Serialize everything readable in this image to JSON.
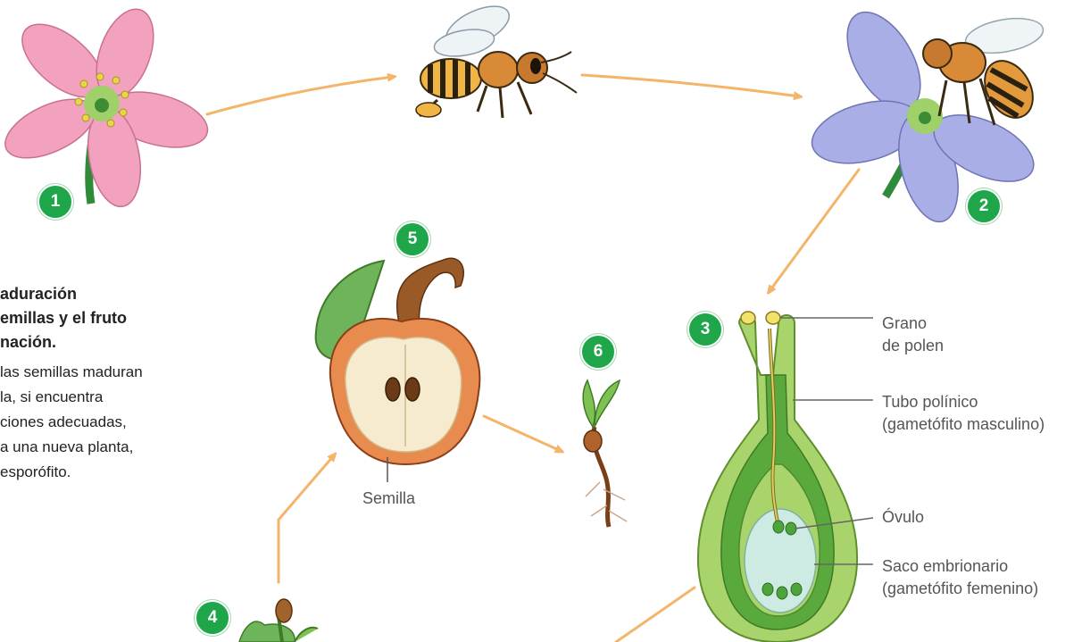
{
  "stage_badges": [
    "1",
    "2",
    "3",
    "4",
    "5",
    "6"
  ],
  "labels": {
    "grano": [
      "Grano",
      "de polen"
    ],
    "tubo": [
      "Tubo polínico",
      "(gametófito masculino)"
    ],
    "ovulo": "Óvulo",
    "saco": [
      "Saco embrionario",
      "(gametófito femenino)"
    ],
    "semilla": "Semilla"
  },
  "side_text": {
    "title_lines": [
      "aduración",
      "emillas y el fruto",
      "nación."
    ],
    "body_lines": [
      "las semillas maduran",
      "la, si encuentra",
      "ciones adecuadas,",
      "a una nueva planta,",
      "esporófito."
    ]
  },
  "colors": {
    "arrow": "#f4b46a",
    "badge": "#1fa64a",
    "flower1": "#f2a2be",
    "flower2": "#a9aee6",
    "pistil_outer": "#a8d46b",
    "pistil_inner": "#5aa93c",
    "embryo_sac": "#cdebe2",
    "apple": "#e88b4f",
    "apple_flesh": "#f6ebcf"
  }
}
